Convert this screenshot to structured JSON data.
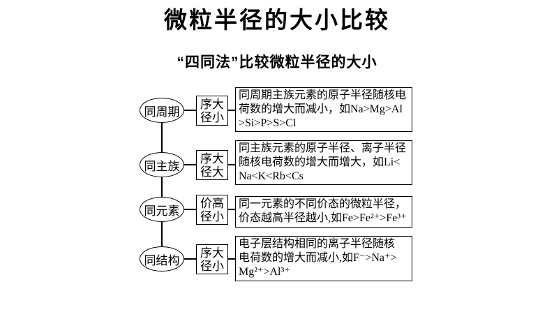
{
  "page": {
    "title": "微粒半径的大小比较",
    "subtitle": "“四同法”比较微粒半径的大小"
  },
  "diagram": {
    "rows": [
      {
        "category": "同周期",
        "rule": {
          "line1": "序大",
          "line2": "径小"
        },
        "desc_lines": [
          "同周期主族元素的原子半径随核电",
          "荷数的增大而减小，如Na>Mg>Al",
          ">Si>P>S>Cl"
        ]
      },
      {
        "category": "同主族",
        "rule": {
          "line1": "序大",
          "line2": "径大"
        },
        "desc_lines": [
          "同主族元素的原子半径、离子半径",
          "随核电荷数的增大而增大，如Li<",
          "Na<K<Rb<Cs"
        ]
      },
      {
        "category": "同元素",
        "rule": {
          "line1": "价高",
          "line2": "径小"
        },
        "desc_lines": [
          "同一元素的不同价态的微粒半径，",
          "价态越高半径越小,如Fe>Fe²⁺>Fe³⁺"
        ]
      },
      {
        "category": "同结构",
        "rule": {
          "line1": "序大",
          "line2": "径小"
        },
        "desc_lines": [
          "电子层结构相同的离子半径随核",
          "电荷数的增大而减小,如F⁻>Na⁺>",
          "Mg²⁺>Al³⁺"
        ]
      }
    ],
    "colors": {
      "line": "#000000",
      "text": "#000000",
      "background": "#ffffff"
    }
  }
}
